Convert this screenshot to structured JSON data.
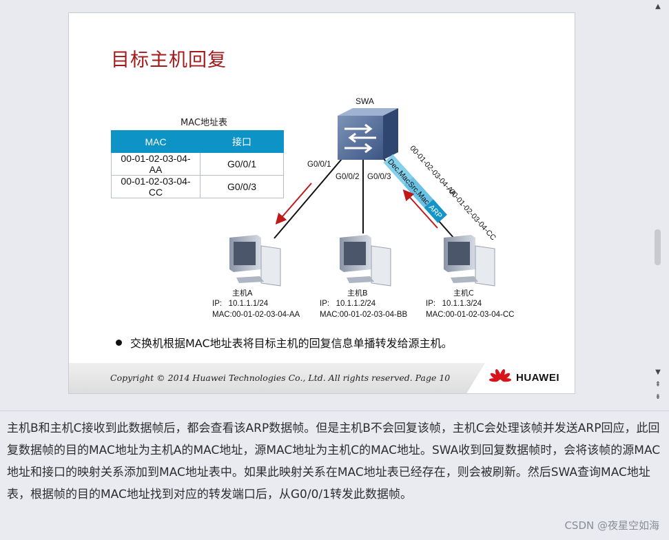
{
  "slide": {
    "title": "目标主机回复",
    "mac_table": {
      "caption": "MAC地址表",
      "headers": [
        "MAC",
        "接口"
      ],
      "rows": [
        [
          "00-01-02-03-04-AA",
          "G0/0/1"
        ],
        [
          "00-01-02-03-04-CC",
          "G0/0/3"
        ]
      ]
    },
    "switch_label": "SWA",
    "ports": [
      "G0/0/1",
      "G0/0/2",
      "G0/0/3"
    ],
    "frame_fields": [
      "Dec.Mac",
      "Src.Mac",
      "ARP"
    ],
    "frame_dst_mac": "00-01-02-03-04-AA",
    "frame_src_mac": "00-01-02-03-04-CC",
    "hosts": [
      {
        "name": "主机A",
        "ip_line": "IP:   10.1.1.1/24",
        "mac_line": "MAC:00-01-02-03-04-AA"
      },
      {
        "name": "主机B",
        "ip_line": "IP:   10.1.1.2/24",
        "mac_line": "MAC:00-01-02-03-04-BB"
      },
      {
        "name": "主机C",
        "ip_line": "IP:   10.1.1.3/24",
        "mac_line": "MAC:00-01-02-03-04-CC"
      }
    ],
    "bullet": "交换机根据MAC地址表将目标主机的回复信息单播转发给源主机。",
    "copyright": "Copyright © 2014 Huawei Technologies Co., Ltd. All rights reserved. Page 10",
    "brand": "HUAWEI"
  },
  "article": {
    "paragraph": "主机B和主机C接收到此数据帧后，都会查看该ARP数据帧。但是主机B不会回复该帧，主机C会处理该帧并发送ARP回应，此回复数据帧的目的MAC地址为主机A的MAC地址，源MAC地址为主机C的MAC地址。SWA收到回复数据帧时，会将该帧的源MAC地址和接口的映射关系添加到MAC地址表中。如果此映射关系在MAC地址表已经存在，则会被刷新。然后SWA查询MAC地址表，根据帧的目的MAC地址找到对应的转发端口后，从G0/0/1转发此数据帧。"
  },
  "watermark": "CSDN @夜星空如海",
  "colors": {
    "title": "#a31919",
    "table_header": "#0d93c6",
    "arrow": "#c01818",
    "frame": "#6fc6e6"
  }
}
